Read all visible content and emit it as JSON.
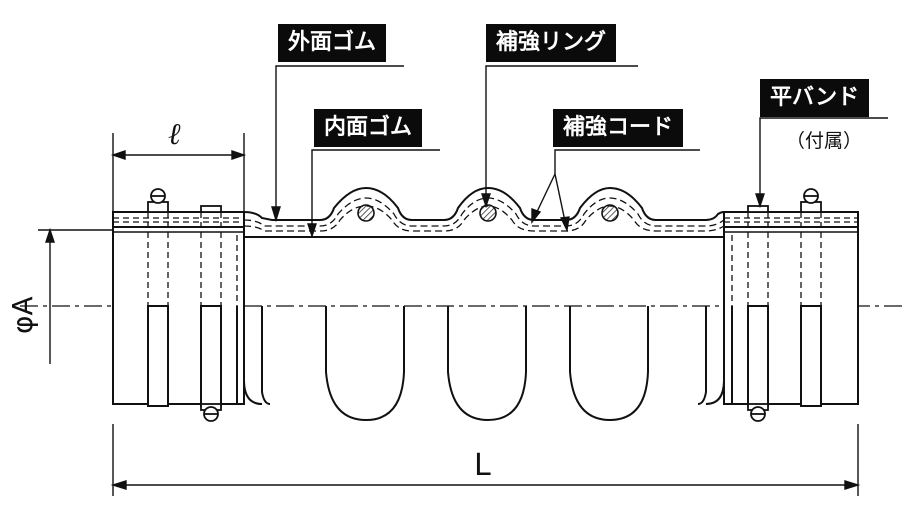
{
  "labels": {
    "outer_rubber": "外面ゴム",
    "reinforcing_ring": "補強リング",
    "inner_rubber": "内面ゴム",
    "reinforcing_cord": "補強コード",
    "flat_band": "平バンド",
    "attached_note": "（付属）",
    "length_l_small": "ℓ",
    "diameter_a": "φA",
    "length_L": "L"
  },
  "colors": {
    "line": "#111111",
    "label_bg": "#0b0b0b",
    "label_text": "#ffffff",
    "hatch": "#555555",
    "background": "#ffffff"
  }
}
